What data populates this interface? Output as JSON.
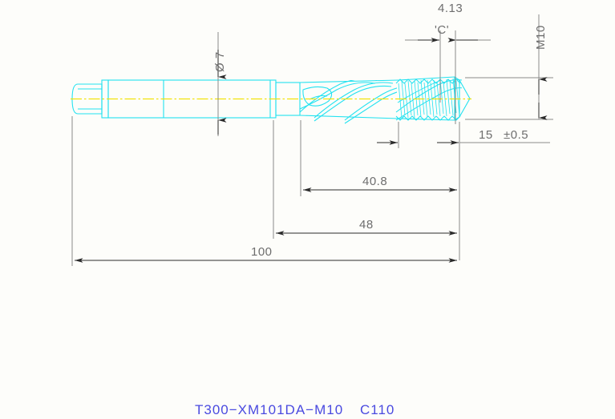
{
  "drawing": {
    "type": "engineering-drawing",
    "subject": "spiral-flute-machine-tap",
    "background_color": "#fdfdfa",
    "part_color": "#22e2f0",
    "centerline_color": "#f2e30a",
    "dimension_color": "#6e6e6e",
    "title_color": "#4a4ae0"
  },
  "dimensions": {
    "diameter_shank": "Ø 7",
    "thread_pitch_detail": "4.13",
    "section_label": "'C'",
    "thread_spec": "M10",
    "thread_length": "15",
    "thread_length_tol": "±0.5",
    "flute_length": "40.8",
    "point_to_shoulder": "48",
    "overall_length": "100"
  },
  "title_block": {
    "part_number": "T300−XM101DA−M10",
    "code": "C110"
  }
}
